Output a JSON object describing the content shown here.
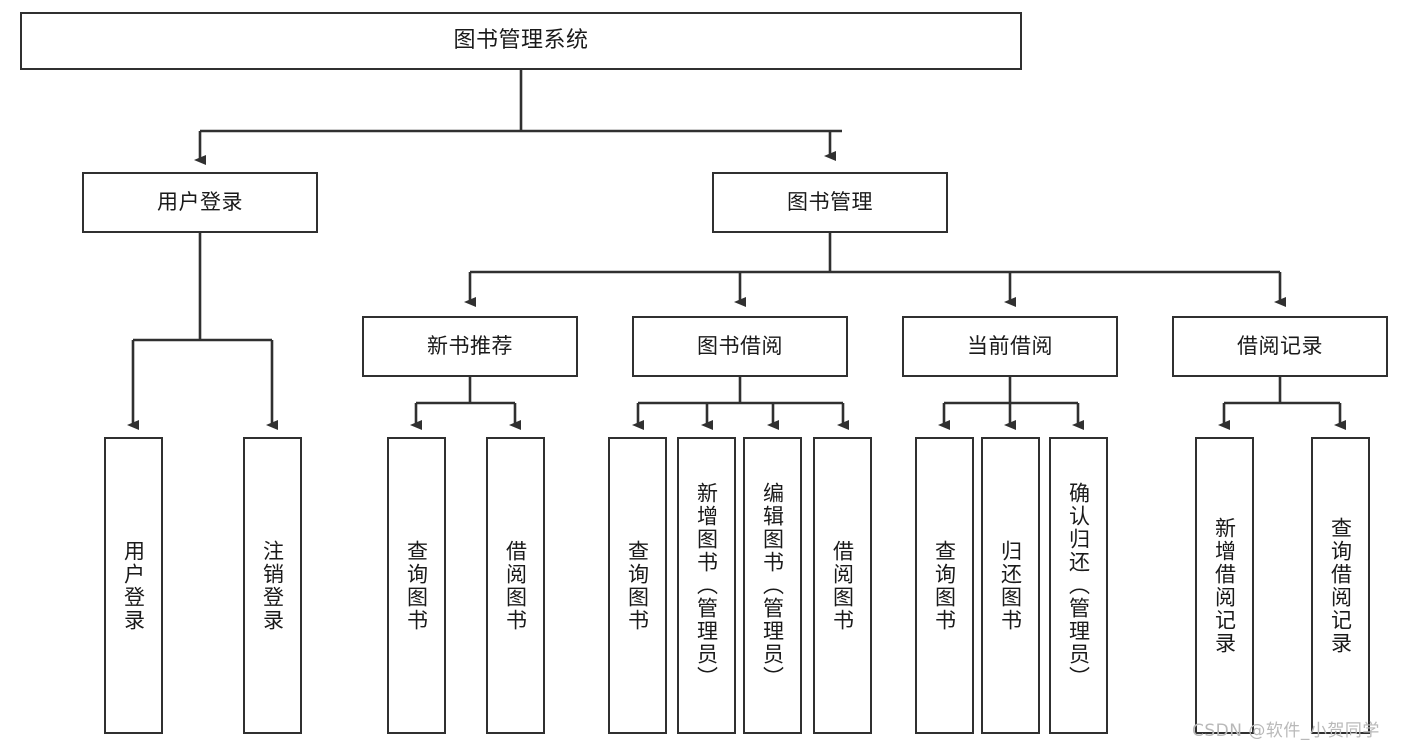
{
  "diagram": {
    "type": "tree-hierarchy",
    "title": "图书管理系统",
    "root": {
      "label": "图书管理系统"
    },
    "level2": [
      {
        "label": "用户登录"
      },
      {
        "label": "图书管理"
      }
    ],
    "level3": [
      {
        "label": "新书推荐"
      },
      {
        "label": "图书借阅"
      },
      {
        "label": "当前借阅"
      },
      {
        "label": "借阅记录"
      }
    ],
    "leaves": {
      "user_login": [
        {
          "label": "用户登录"
        },
        {
          "label": "注销登录"
        }
      ],
      "new_book_recommend": [
        {
          "label": "查询图书"
        },
        {
          "label": "借阅图书"
        }
      ],
      "book_borrow": [
        {
          "label": "查询图书"
        },
        {
          "label": "新增图书（管理员）"
        },
        {
          "label": "编辑图书（管理员）"
        },
        {
          "label": "借阅图书"
        }
      ],
      "current_borrow": [
        {
          "label": "查询图书"
        },
        {
          "label": "归还图书"
        },
        {
          "label": "确认归还（管理员）"
        }
      ],
      "borrow_record": [
        {
          "label": "新增借阅记录"
        },
        {
          "label": "查询借阅记录"
        }
      ]
    }
  },
  "watermark": {
    "text": "CSDN @软件_小贺同学"
  },
  "colors": {
    "stroke": "#303030",
    "background": "#ffffff",
    "text": "#1a1a1a",
    "watermark": "#b9b9b9"
  }
}
